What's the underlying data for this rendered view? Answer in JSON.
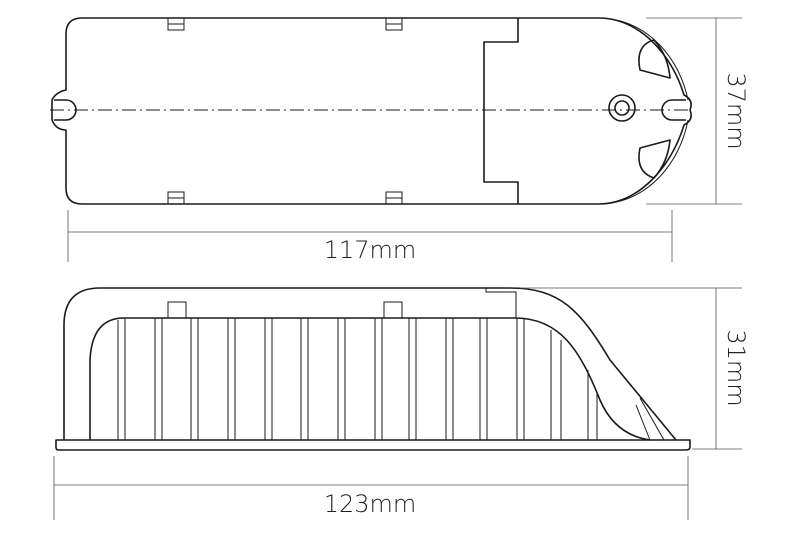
{
  "top_view": {
    "length_label": "117mm",
    "width_label": "37mm"
  },
  "side_view": {
    "length_label": "123mm",
    "height_label": "31mm"
  }
}
